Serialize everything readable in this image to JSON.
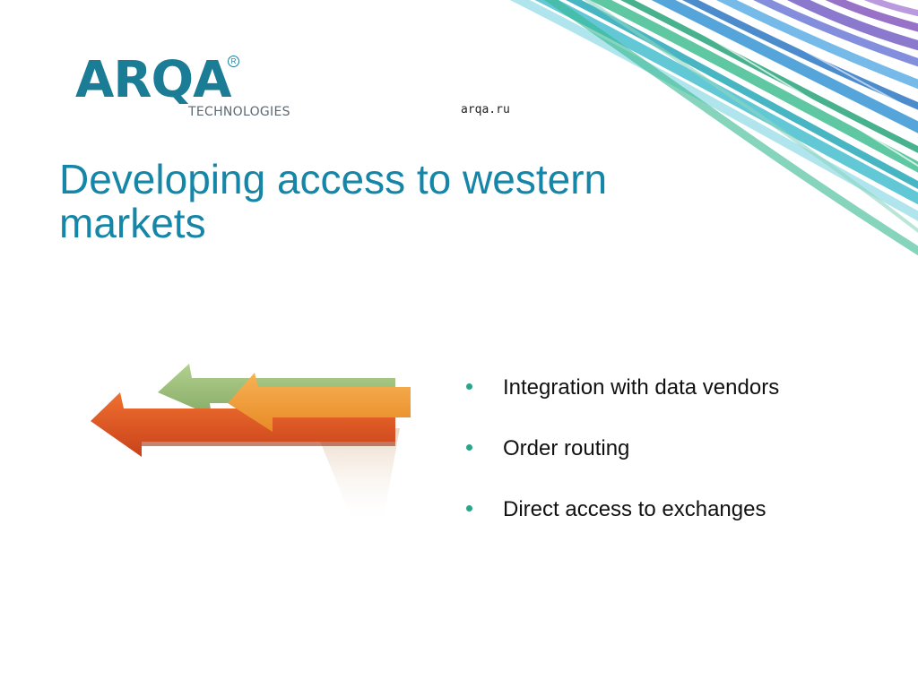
{
  "logo": {
    "wordmark": "ARQA",
    "registered": "R",
    "subtitle": "TECHNOLOGIES"
  },
  "site_url": "arqa.ru",
  "slide": {
    "title": "Developing access to western markets",
    "bullets": [
      "Integration with data vendors",
      "Order routing",
      "Direct access to exchanges"
    ]
  },
  "colors": {
    "title": "#1586a8",
    "logo": "#1a7d95",
    "bullet": "#2aa58a",
    "arrow_red": "#e05a1e",
    "arrow_orange": "#f2a03a",
    "arrow_green": "#9cbf7a"
  }
}
